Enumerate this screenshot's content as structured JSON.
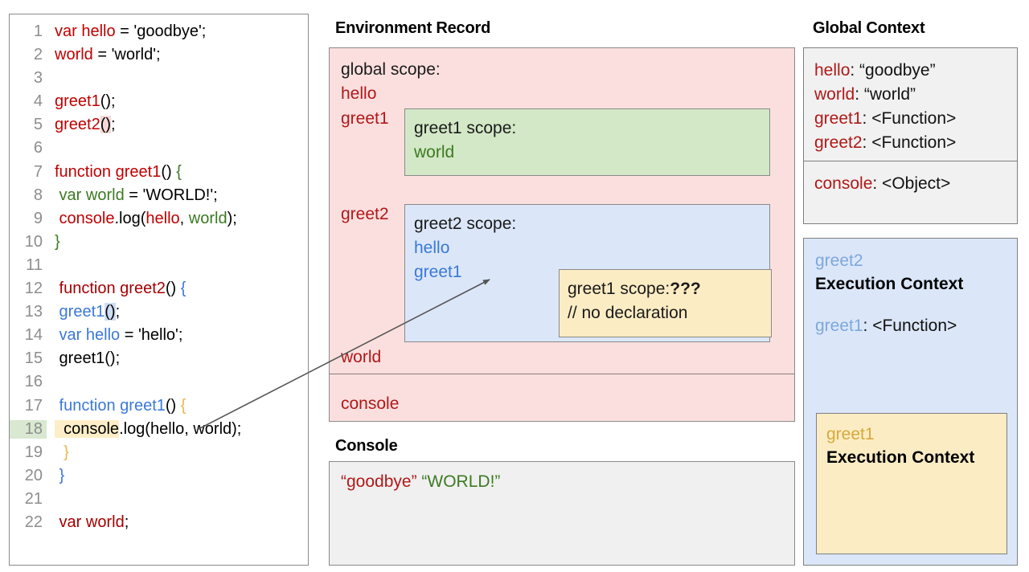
{
  "code_panel": {
    "lines": [
      {
        "n": "1",
        "tokens": [
          {
            "t": "var hello",
            "c": "t-red"
          },
          {
            "t": " = 'goodbye';",
            "c": "t-blk"
          }
        ]
      },
      {
        "n": "2",
        "tokens": [
          {
            "t": "world",
            "c": "t-red"
          },
          {
            "t": " = 'world';",
            "c": "t-blk"
          }
        ]
      },
      {
        "n": "3",
        "tokens": []
      },
      {
        "n": "4",
        "tokens": [
          {
            "t": "greet1",
            "c": "t-red"
          },
          {
            "t": "();",
            "c": "t-blk"
          }
        ]
      },
      {
        "n": "5",
        "tokens": [
          {
            "t": "greet2",
            "c": "t-red"
          },
          {
            "t": "()",
            "c": "t-blk hl-redbg"
          },
          {
            "t": ";",
            "c": "t-blk"
          }
        ]
      },
      {
        "n": "6",
        "tokens": []
      },
      {
        "n": "7",
        "tokens": [
          {
            "t": "function greet1",
            "c": "t-red"
          },
          {
            "t": "() ",
            "c": "t-blk"
          },
          {
            "t": "{",
            "c": "t-green"
          }
        ]
      },
      {
        "n": "8",
        "tokens": [
          {
            "t": " var world",
            "c": "t-green"
          },
          {
            "t": " = 'WORLD!';",
            "c": "t-blk"
          }
        ]
      },
      {
        "n": "9",
        "tokens": [
          {
            "t": " console",
            "c": "t-red"
          },
          {
            "t": ".log(",
            "c": "t-blk"
          },
          {
            "t": "hello",
            "c": "t-red"
          },
          {
            "t": ", ",
            "c": "t-blk"
          },
          {
            "t": "world",
            "c": "t-green"
          },
          {
            "t": ");",
            "c": "t-blk"
          }
        ]
      },
      {
        "n": "10",
        "tokens": [
          {
            "t": "}",
            "c": "t-green"
          }
        ]
      },
      {
        "n": "11",
        "tokens": []
      },
      {
        "n": "12",
        "tokens": [
          {
            "t": " function greet2",
            "c": "t-dred"
          },
          {
            "t": "() ",
            "c": "t-blk"
          },
          {
            "t": "{",
            "c": "t-blue"
          }
        ]
      },
      {
        "n": "13",
        "tokens": [
          {
            "t": " greet1",
            "c": "t-blue"
          },
          {
            "t": "()",
            "c": "t-blk hl-bluebg"
          },
          {
            "t": ";",
            "c": "t-blk"
          }
        ]
      },
      {
        "n": "14",
        "tokens": [
          {
            "t": " var hello",
            "c": "t-blue"
          },
          {
            "t": " = 'hello';",
            "c": "t-blk"
          }
        ]
      },
      {
        "n": "15",
        "tokens": [
          {
            "t": " greet1();",
            "c": "t-blk"
          }
        ]
      },
      {
        "n": "16",
        "tokens": []
      },
      {
        "n": "17",
        "tokens": [
          {
            "t": " function greet1",
            "c": "t-blue"
          },
          {
            "t": "() ",
            "c": "t-blk"
          },
          {
            "t": "{",
            "c": "t-gold"
          }
        ]
      },
      {
        "n": "18",
        "tokens": [
          {
            "t": "  console",
            "c": "t-blk hl-yellow"
          },
          {
            "t": ".log(hello, world);",
            "c": "t-blk"
          }
        ],
        "highlight": true
      },
      {
        "n": "19",
        "tokens": [
          {
            "t": "  }",
            "c": "t-gold"
          }
        ]
      },
      {
        "n": "20",
        "tokens": [
          {
            "t": " }",
            "c": "t-blue"
          }
        ]
      },
      {
        "n": "21",
        "tokens": []
      },
      {
        "n": "22",
        "tokens": [
          {
            "t": " var world",
            "c": "t-dred"
          },
          {
            "t": ";",
            "c": "t-blk"
          }
        ]
      }
    ]
  },
  "environment_record": {
    "title": "Environment Record",
    "global_scope_label": "global scope:",
    "global_vars": [
      "hello",
      "greet1",
      "greet2",
      "world"
    ],
    "console_binding": "console",
    "greet1_scope": {
      "header": "greet1 scope:",
      "vars": [
        "world"
      ]
    },
    "greet2_scope": {
      "header": "greet2 scope:",
      "vars": [
        "hello",
        "greet1"
      ]
    },
    "greet1_inner_scope": {
      "header_plain": "greet1 scope:",
      "header_bold": "???",
      "comment": "// no declaration"
    }
  },
  "console": {
    "title": "Console",
    "output": [
      {
        "text": "“goodbye”",
        "color_class": "c-red"
      },
      {
        "text": "“WORLD!”",
        "color_class": "c-green"
      }
    ]
  },
  "global_context": {
    "title": "Global Context",
    "bindings": [
      {
        "key": "hello",
        "value": "“goodbye”"
      },
      {
        "key": "world",
        "value": "“world”"
      },
      {
        "key": "greet1",
        "value": "<Function>"
      },
      {
        "key": "greet2",
        "value": "<Function>"
      }
    ],
    "object_bindings": [
      {
        "key": "console",
        "value": "<Object>"
      }
    ]
  },
  "greet2_execution_context": {
    "name": "greet2",
    "subtitle": "Execution Context",
    "entry_key": "greet1",
    "entry_value": "<Function>",
    "nested": {
      "name": "greet1",
      "subtitle": "Execution Context"
    }
  },
  "colors": {
    "global_scope_bg": "#fbdfdf",
    "greet1_scope_bg": "#d3e8c6",
    "greet2_scope_bg": "#dbe7f8",
    "unknown_scope_bg": "#fcecc4",
    "console_bg": "#f0f0f0",
    "global_context_bg": "#f1f1f1",
    "red_ident": "#b11818",
    "green_ident": "#3c7a22",
    "blue_ident": "#3b78d8",
    "gold_ident": "#d6a93a"
  }
}
